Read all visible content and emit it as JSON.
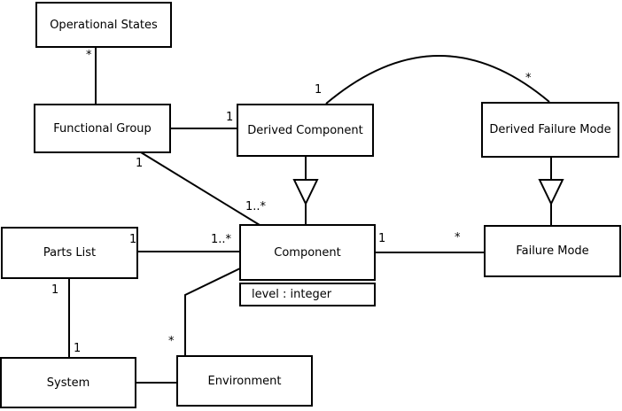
{
  "nodes": {
    "operational_states": {
      "label": "Operational States"
    },
    "functional_group": {
      "label": "Functional Group"
    },
    "derived_component": {
      "label": "Derived Component"
    },
    "derived_failure_mode": {
      "label": "Derived Failure Mode"
    },
    "parts_list": {
      "label": "Parts List"
    },
    "component": {
      "label": "Component",
      "attribute": "level : integer"
    },
    "failure_mode": {
      "label": "Failure Mode"
    },
    "system": {
      "label": "System"
    },
    "environment": {
      "label": "Environment"
    }
  },
  "edges": {
    "operational_states__functional_group": {
      "operational_states_end": "*"
    },
    "functional_group__derived_component": {
      "derived_component_end": "1"
    },
    "derived_component__derived_failure_mode": {
      "derived_component_end": "1",
      "derived_failure_mode_end": "*"
    },
    "functional_group__component": {
      "functional_group_end": "1",
      "component_end": "1..*"
    },
    "parts_list__component": {
      "parts_list_end": "1",
      "component_end": "1..*"
    },
    "component__failure_mode": {
      "component_end": "1",
      "failure_mode_end": "*"
    },
    "parts_list__system": {
      "parts_list_end": "1",
      "system_end": "1"
    },
    "component__environment": {
      "environment_end": "*"
    }
  },
  "colors": {
    "line": "#000000",
    "box_fill": "#ffffff",
    "text": "#000000",
    "background": "#ffffff"
  }
}
